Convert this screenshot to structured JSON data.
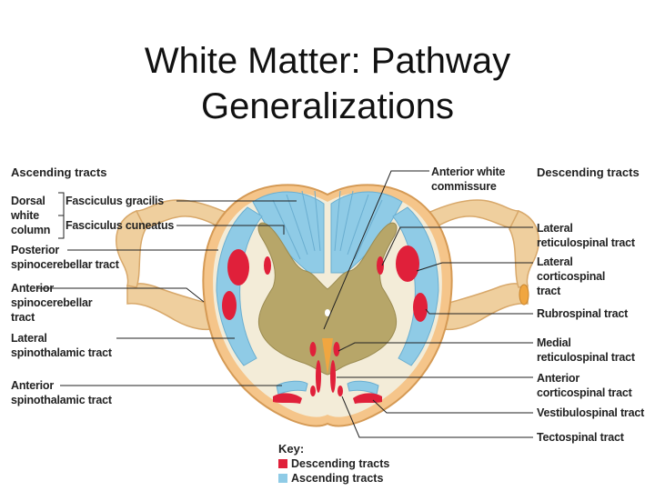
{
  "title": {
    "line1": "White Matter: Pathway",
    "line2": "Generalizations"
  },
  "headers": {
    "ascending": "Ascending tracts",
    "descending": "Descending tracts"
  },
  "left_labels": {
    "dorsal_white_column": [
      "Dorsal",
      "white",
      "column"
    ],
    "fasciculus_gracilis": "Fasciculus gracilis",
    "fasciculus_cuneatus": "Fasciculus cuneatus",
    "posterior_spinocerebellar": [
      "Posterior",
      "spinocerebellar tract"
    ],
    "anterior_spinocerebellar": [
      "Anterior",
      "spinocerebellar",
      "tract"
    ],
    "lateral_spinothalamic": [
      "Lateral",
      "spinothalamic tract"
    ],
    "anterior_spinothalamic": [
      "Anterior",
      "spinothalamic tract"
    ]
  },
  "right_labels": {
    "anterior_white_commissure": [
      "Anterior white",
      "commissure"
    ],
    "lateral_reticulospinal": [
      "Lateral",
      "reticulospinal tract"
    ],
    "lateral_corticospinal": [
      "Lateral",
      "corticospinal",
      "tract"
    ],
    "rubrospinal": "Rubrospinal tract",
    "medial_reticulospinal": [
      "Medial",
      "reticulospinal tract"
    ],
    "anterior_corticospinal": [
      "Anterior",
      "corticospinal tract"
    ],
    "vestibulospinal": "Vestibulospinal tract",
    "tectospinal": "Tectospinal tract"
  },
  "key": {
    "title": "Key:",
    "descending": "Descending tracts",
    "ascending": "Ascending tracts"
  },
  "colors": {
    "descending": "#e0203a",
    "ascending": "#8fcbe6",
    "gray_matter": "#b7a669",
    "white_matter": "#f3ecd8",
    "nerve_root": "#efcf9e"
  }
}
